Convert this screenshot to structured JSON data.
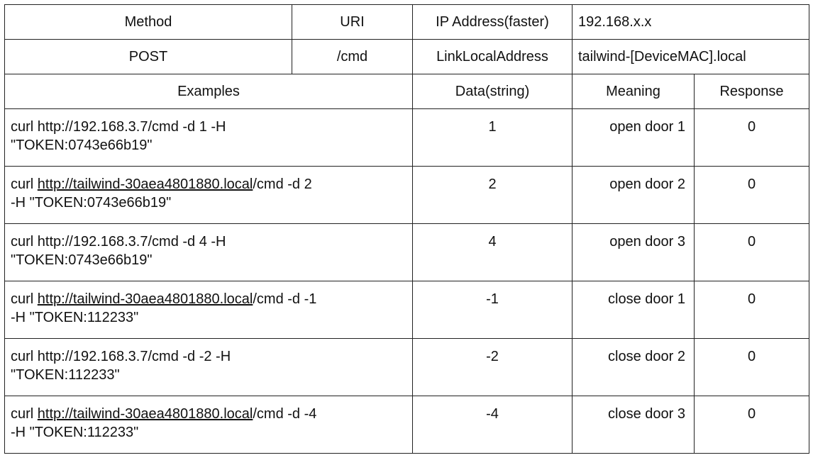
{
  "header": {
    "method_label": "Method",
    "uri_label": "URI",
    "ip_label": "IP Address(faster)",
    "ip_value": "192.168.x.x",
    "method_value": "POST",
    "uri_value": "/cmd",
    "linklocal_label": "LinkLocalAddress",
    "linklocal_value": "tailwind-[DeviceMAC].local"
  },
  "columns": {
    "examples": "Examples",
    "data": "Data(string)",
    "meaning": "Meaning",
    "response": "Response"
  },
  "rows": [
    {
      "pre": "curl ",
      "link": "",
      "post": "http://192.168.3.7/cmd -d 1 -H",
      "line2": "\"TOKEN:0743e66b19\"",
      "data": "1",
      "meaning": "open door 1",
      "response": "0"
    },
    {
      "pre": "curl ",
      "link": "http://tailwind-30aea4801880.local",
      "post": "/cmd -d 2",
      "line2": "-H \"TOKEN:0743e66b19\"",
      "data": "2",
      "meaning": "open door 2",
      "response": "0"
    },
    {
      "pre": "curl ",
      "link": "",
      "post": "http://192.168.3.7/cmd -d 4 -H",
      "line2": "\"TOKEN:0743e66b19\"",
      "data": "4",
      "meaning": "open door 3",
      "response": "0"
    },
    {
      "pre": "curl ",
      "link": "http://tailwind-30aea4801880.local",
      "post": "/cmd -d -1",
      "line2": "-H \"TOKEN:112233\"",
      "data": "-1",
      "meaning": "close door 1",
      "response": "0"
    },
    {
      "pre": "curl ",
      "link": "",
      "post": "http://192.168.3.7/cmd -d -2 -H",
      "line2": "\"TOKEN:112233\"",
      "data": "-2",
      "meaning": "close door 2",
      "response": "0"
    },
    {
      "pre": "curl ",
      "link": "http://tailwind-30aea4801880.local",
      "post": "/cmd -d -4",
      "line2": "-H \"TOKEN:112233\"",
      "data": "-4",
      "meaning": "close door 3",
      "response": "0"
    }
  ]
}
